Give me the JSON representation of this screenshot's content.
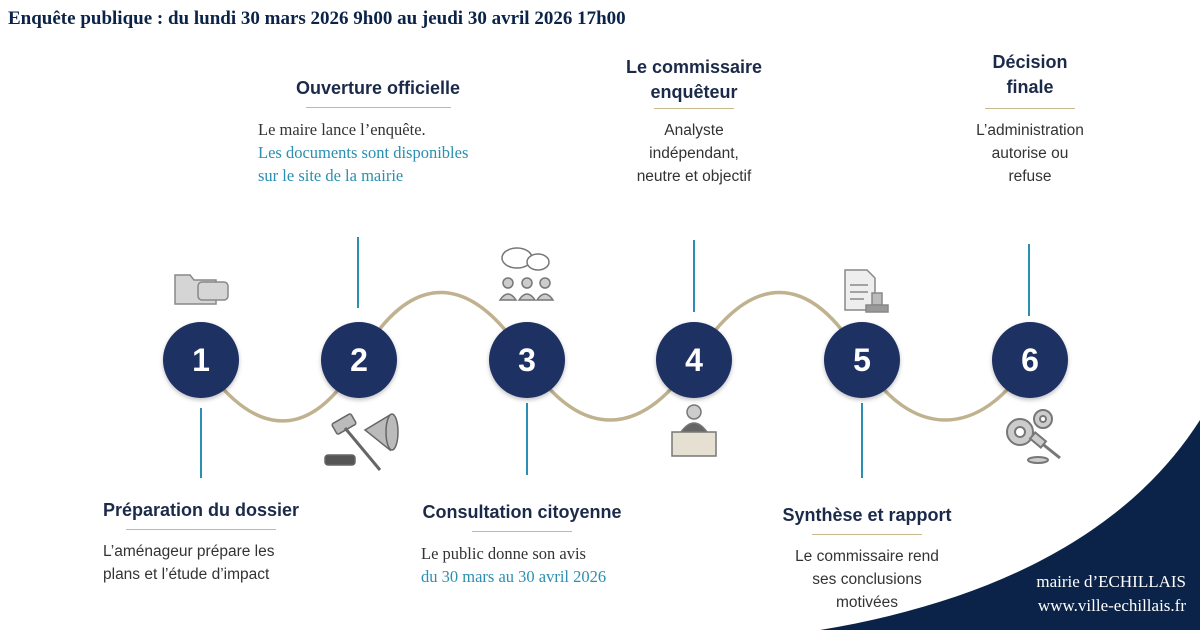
{
  "title": "Enquête publique : du lundi 30 mars 2026 9h00 au jeudi 30 avril 2026 17h00",
  "steps": [
    {
      "number": "1",
      "title": "Préparation du dossier",
      "lines": [
        "L’aménageur prépare les",
        "plans et l’étude d’impact"
      ],
      "icon": "folder-scroll-icon"
    },
    {
      "number": "2",
      "title": "Ouverture officielle",
      "lines": [
        "Le maire lance l’enquête."
      ],
      "highlight": [
        "Les documents sont disponibles",
        "sur le site de la mairie"
      ],
      "icon": "gavel-megaphone-icon"
    },
    {
      "number": "3",
      "title": "Consultation citoyenne",
      "lines": [
        "Le public donne son avis"
      ],
      "highlight": [
        "du 30 mars au 30 avril 2026"
      ],
      "icon": "people-speech-icon"
    },
    {
      "number": "4",
      "title": [
        "Le commissaire",
        "enquêteur"
      ],
      "lines": [
        "Analyste",
        "indépendant,",
        "neutre et objectif"
      ],
      "icon": "commissioner-desk-icon"
    },
    {
      "number": "5",
      "title": "Synthèse et rapport",
      "lines": [
        "Le commissaire rend",
        "ses conclusions",
        "motivées"
      ],
      "icon": "document-stamp-icon"
    },
    {
      "number": "6",
      "title": [
        "Décision",
        "finale"
      ],
      "lines": [
        "L’administration",
        "autorise ou",
        "refuse"
      ],
      "icon": "gears-gavel-icon"
    }
  ],
  "footer": {
    "name": "mairie d’ECHILLAIS",
    "url": "www.ville-echillais.fr"
  },
  "colors": {
    "navy": "#0b2348",
    "circle": "#1e3163",
    "teal": "#2a8fb0",
    "gold": "#b5a57a"
  }
}
